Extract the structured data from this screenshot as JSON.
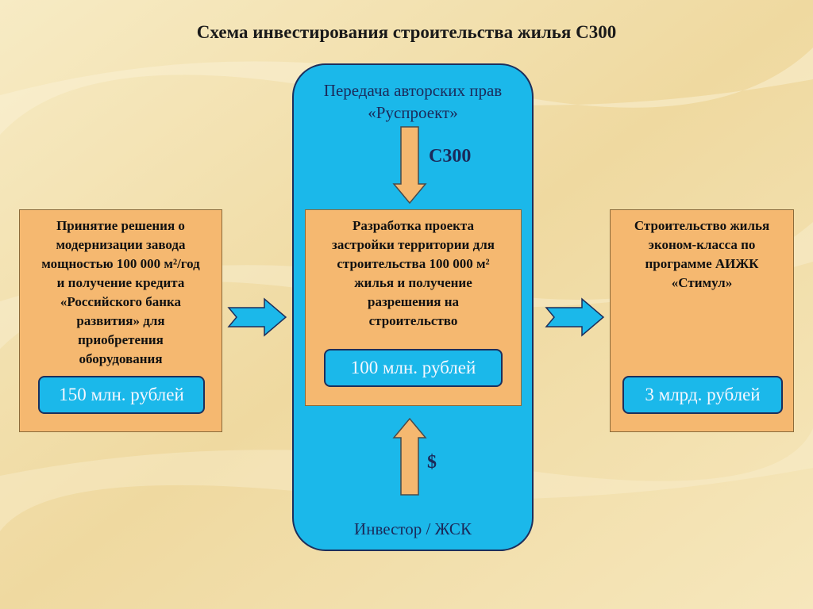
{
  "title": "Схема инвестирования строительства жилья С300",
  "center": {
    "top_label": "Передача авторских прав «Руспроект»",
    "top_arrow_label": "С300",
    "bottom_arrow_label": "$",
    "bottom_label": "Инвестор / ЖСК"
  },
  "boxes": [
    {
      "lines": [
        "Принятие решения о",
        "модернизации завода",
        "мощностью 100 000 м²/год",
        "и получение кредита",
        "«Российского банка",
        "развития» для",
        "приобретения",
        "оборудования"
      ],
      "price": "150 млн. рублей"
    },
    {
      "lines": [
        "Разработка проекта",
        "застройки территории для",
        "строительства 100 000 м²",
        "жилья и получение",
        "разрешения на",
        "строительство"
      ],
      "price": "100 млн. рублей"
    },
    {
      "lines": [
        "Строительство жилья",
        "эконом-класса по",
        "программе АИЖК",
        "«Стимул»"
      ],
      "price": "3 млрд. рублей"
    }
  ],
  "colors": {
    "background": "#f3e2b0",
    "panel_blue": "#1bb8ea",
    "box_orange": "#f5b870",
    "arrow_orange": "#f5b870",
    "arrow_blue": "#1bb8ea"
  }
}
